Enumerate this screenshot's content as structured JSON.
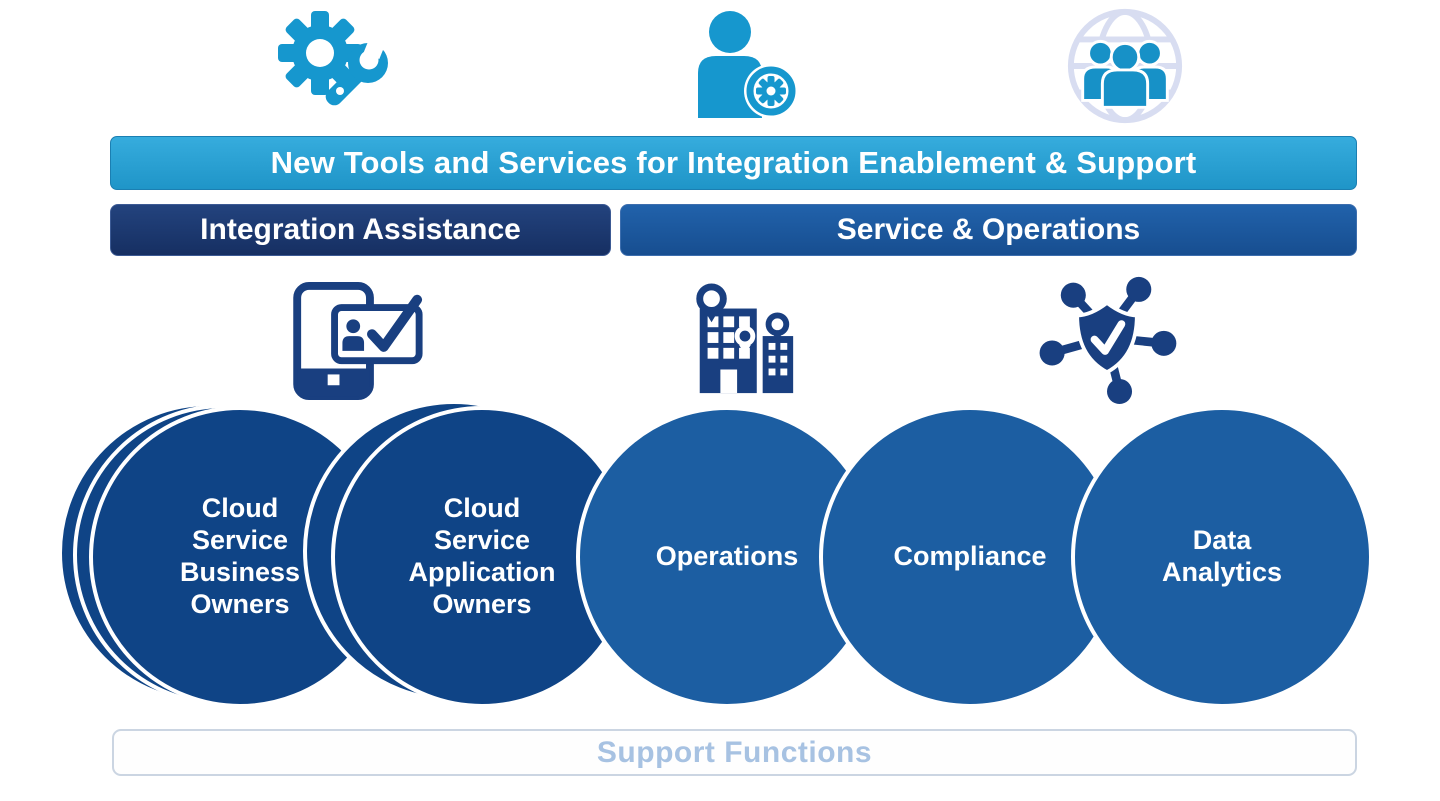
{
  "title_banner": {
    "label": "New Tools and Services for Integration Enablement & Support"
  },
  "top_icons": [
    {
      "name": "gear-wrench-icon"
    },
    {
      "name": "user-gear-icon"
    },
    {
      "name": "globe-team-icon"
    }
  ],
  "tracks": [
    {
      "label": "Integration Assistance"
    },
    {
      "label": "Service & Operations"
    }
  ],
  "section_icons": [
    {
      "name": "mobile-id-check-icon"
    },
    {
      "name": "buildings-location-icon"
    },
    {
      "name": "network-shield-icon"
    }
  ],
  "circles": [
    {
      "label": "Cloud\nService\nBusiness\nOwners",
      "tone": "dark",
      "stacked": "true"
    },
    {
      "label": "Cloud\nService\nApplication\nOwners",
      "tone": "dark",
      "stacked": "true"
    },
    {
      "label": "Operations",
      "tone": "mid",
      "stacked": "false"
    },
    {
      "label": "Compliance",
      "tone": "mid",
      "stacked": "false"
    },
    {
      "label": "Data\nAnalytics",
      "tone": "mid",
      "stacked": "false"
    }
  ],
  "footer": {
    "label": "Support Functions"
  },
  "colors": {
    "banner_cyan": "#27a0d2",
    "track_navy": "#1b3b78",
    "track_blue": "#1c5aa0",
    "circle_dark": "#0f4486",
    "circle_mid": "#1c5ea2",
    "icon_cyan": "#1697ce",
    "icon_navy": "#193f80",
    "globe_pale": "#d8ddf1",
    "people_teal": "#1791c7",
    "footer_text": "#a7c2e2",
    "footer_border": "#cbd5e2"
  }
}
